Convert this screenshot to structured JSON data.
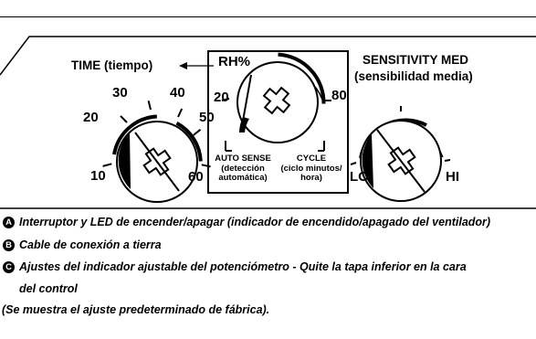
{
  "diagram": {
    "time_label": "TIME (tiempo)",
    "rh_label": "RH%",
    "sensitivity_label": "SENSITIVITY MED",
    "sensitivity_sub": "(sensibilidad media)",
    "time_dial": {
      "marks": [
        "10",
        "20",
        "30",
        "40",
        "50",
        "60"
      ]
    },
    "rh_dial": {
      "min": "20",
      "max": "80"
    },
    "auto_sense": {
      "title": "AUTO SENSE",
      "line1": "(detección",
      "line2": "automática)"
    },
    "cycle": {
      "title": "CYCLE",
      "line1": "(ciclo minutos/",
      "line2": "hora)"
    },
    "sensitivity_dial": {
      "lo": "LO",
      "hi": "HI"
    }
  },
  "legend": {
    "a": {
      "badge": "A",
      "text": "Interruptor y LED de encender/apagar (indicador de encendido/apagado del ventilador)"
    },
    "b": {
      "badge": "B",
      "text": "Cable de conexión a tierra"
    },
    "c": {
      "badge": "C",
      "text": "Ajustes del indicador ajustable del potenciómetro - Quite la tapa inferior en la cara"
    },
    "c_cont": "del control",
    "note": "(Se muestra el ajuste predeterminado de fábrica)."
  }
}
